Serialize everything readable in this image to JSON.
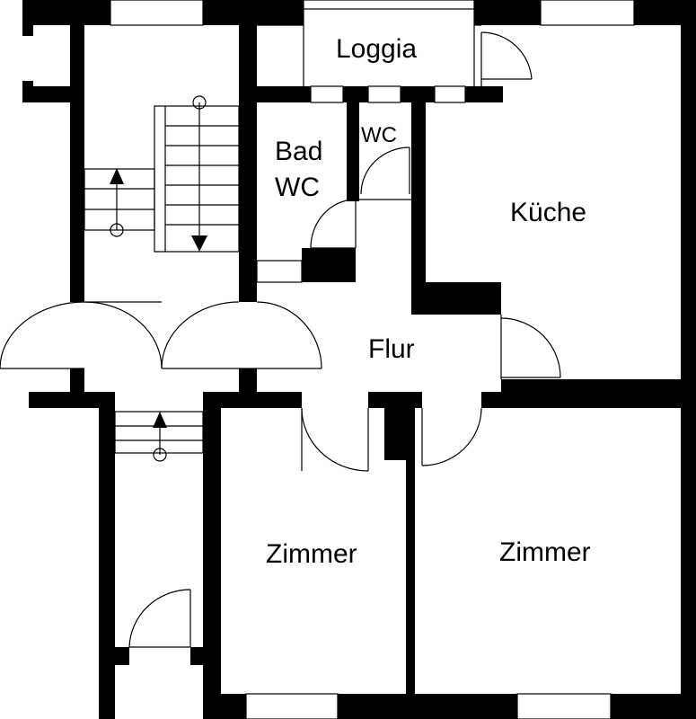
{
  "plan": {
    "rooms": {
      "loggia": "Loggia",
      "bad_line1": "Bad",
      "bad_line2": "WC",
      "wc": "WC",
      "kueche": "Küche",
      "flur": "Flur",
      "zimmer_left": "Zimmer",
      "zimmer_right": "Zimmer"
    }
  }
}
